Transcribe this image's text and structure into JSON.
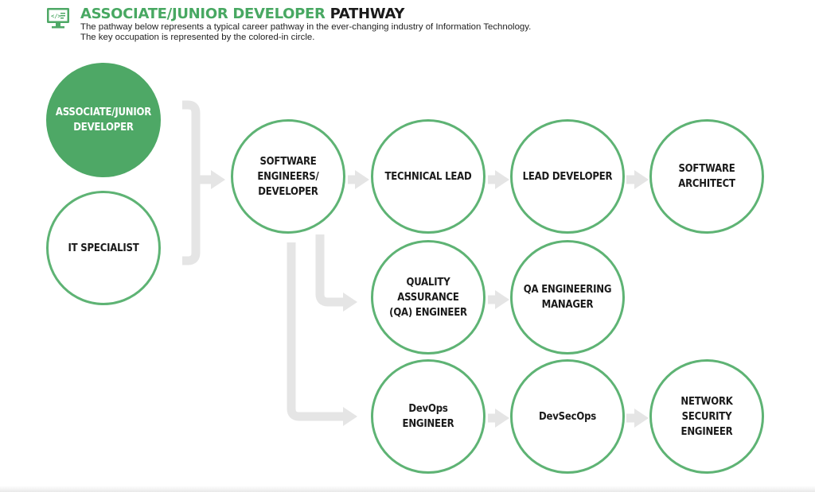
{
  "header": {
    "icon": "computer-code-icon",
    "title_highlight": "ASSOCIATE/JUNIOR DEVELOPER",
    "title_rest": "PATHWAY",
    "subtitle_line1": "The pathway below represents a typical career pathway in the ever-changing industry of Information Technology.",
    "subtitle_line2": "The key occupation is represented by the colored-in circle."
  },
  "colors": {
    "accent": "#4ea866",
    "circle_outline": "#5eb374",
    "connector": "#e5e5e5"
  },
  "nodes": {
    "associate_junior_developer": "ASSOCIATE/JUNIOR\nDEVELOPER",
    "it_specialist": "IT SPECIALIST",
    "software_engineers_developer": "SOFTWARE\nENGINEERS/\nDEVELOPER",
    "technical_lead": "TECHNICAL LEAD",
    "lead_developer": "LEAD DEVELOPER",
    "software_architect": "SOFTWARE ARCHITECT",
    "quality_assurance_engineer": "QUALITY ASSURANCE\n(QA) ENGINEER",
    "qa_engineering_manager": "QA ENGINEERING\nMANAGER",
    "devops_engineer": "DevOps\nENGINEER",
    "devsecops": "DevSecOps",
    "network_security_engineer": "NETWORK SECURITY\nENGINEER"
  },
  "key_occupation": "associate_junior_developer"
}
